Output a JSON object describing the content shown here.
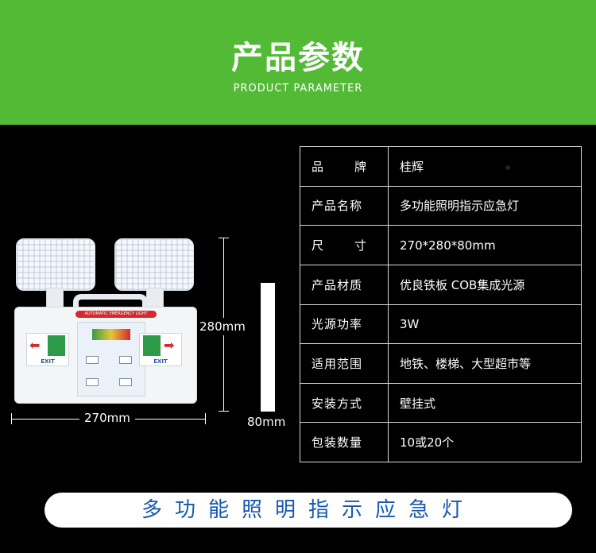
{
  "banner": {
    "title": "产品参数",
    "subtitle": "PRODUCT PARAMETER",
    "color": "#52ba35"
  },
  "product": {
    "box_label": "AUTOMATIC EMERGENCY LIGHT",
    "exit_text": "EXIT",
    "dimensions": {
      "height": "280mm",
      "width": "270mm",
      "depth": "80mm"
    }
  },
  "specs": [
    {
      "label": "品牌",
      "value": "桂辉"
    },
    {
      "label": "产品名称",
      "value": "多功能照明指示应急灯"
    },
    {
      "label": "尺寸",
      "value": "270*280*80mm"
    },
    {
      "label": "产品材质",
      "value": "优良铁板 COB集成光源"
    },
    {
      "label": "光源功率",
      "value": "3W"
    },
    {
      "label": "适用范围",
      "value": "地铁、楼梯、大型超市等"
    },
    {
      "label": "安装方式",
      "value": "壁挂式"
    },
    {
      "label": "包装数量",
      "value": "10或20个"
    }
  ],
  "footer": {
    "text": "多功能照明指示应急灯",
    "text_color": "#1558b0"
  }
}
